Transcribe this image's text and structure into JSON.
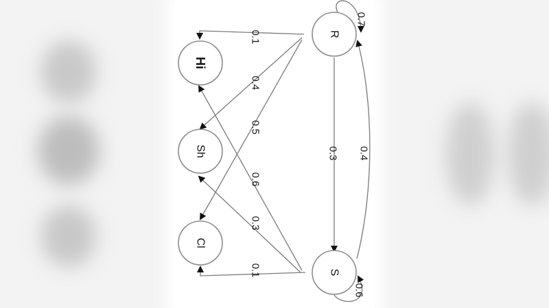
{
  "diagram": {
    "nodes": {
      "R": "R",
      "S": "S",
      "Hi": "Hi",
      "Sh": "Sh",
      "Cl": "Cl"
    },
    "edges": [
      {
        "from": "R",
        "to": "R",
        "label": "0.7"
      },
      {
        "from": "R",
        "to": "S",
        "label": "0.3"
      },
      {
        "from": "S",
        "to": "R",
        "label": "0.4"
      },
      {
        "from": "S",
        "to": "S",
        "label": "0.6"
      },
      {
        "from": "R",
        "to": "Hi",
        "label": "0.1"
      },
      {
        "from": "R",
        "to": "Sh",
        "label": "0.4"
      },
      {
        "from": "R",
        "to": "Cl",
        "label": "0.5"
      },
      {
        "from": "S",
        "to": "Hi",
        "label": "0.6"
      },
      {
        "from": "S",
        "to": "Sh",
        "label": "0.3"
      },
      {
        "from": "S",
        "to": "Cl",
        "label": "0.1"
      }
    ]
  }
}
